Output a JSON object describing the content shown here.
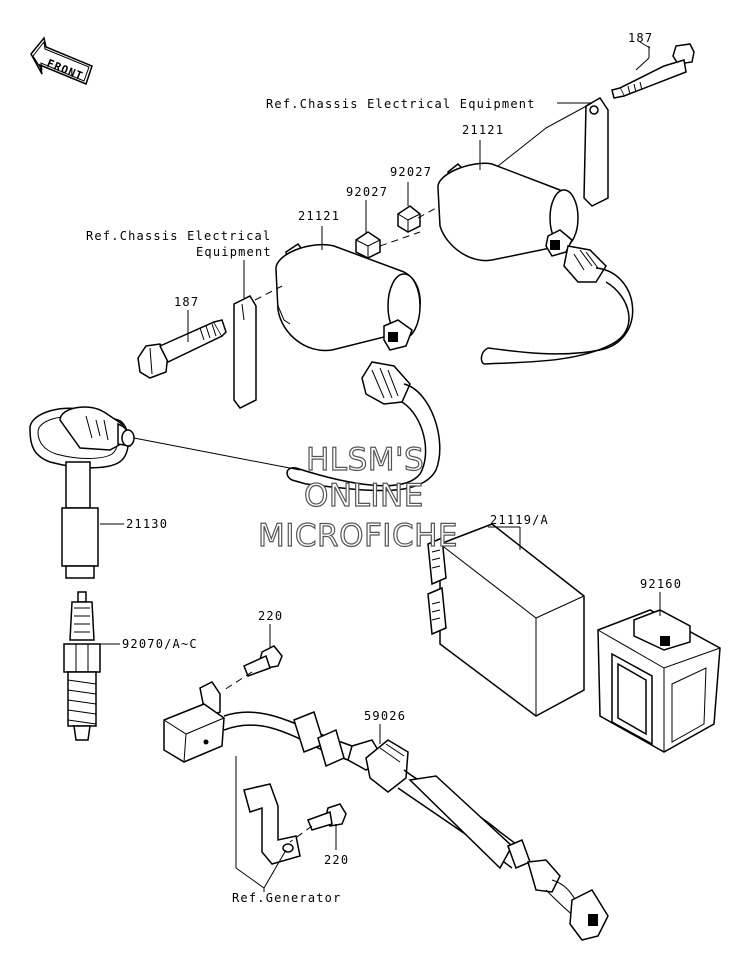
{
  "front_arrow": {
    "text": "FRONT",
    "icon": "front-arrow-icon"
  },
  "watermark": [
    "HLSM'S",
    "ONLINE",
    "MICROFICHE"
  ],
  "labels": {
    "bolt_187_top": "187",
    "ref_chassis_1": "Ref.Chassis Electrical Equipment",
    "coil_21121_right": "21121",
    "spacer_92027_right": "92027",
    "spacer_92027_left": "92027",
    "coil_21121_left": "21121",
    "ref_chassis_2_line1": "Ref.Chassis Electrical",
    "ref_chassis_2_line2": "Equipment",
    "bolt_187_left": "187",
    "cap_21130": "21130",
    "igniter_21119": "21119/A",
    "holder_92160": "92160",
    "plug_92070": "92070/A~C",
    "screw_220_top": "220",
    "clamp_59026": "59026",
    "screw_220_bottom": "220",
    "ref_generator": "Ref.Generator"
  }
}
